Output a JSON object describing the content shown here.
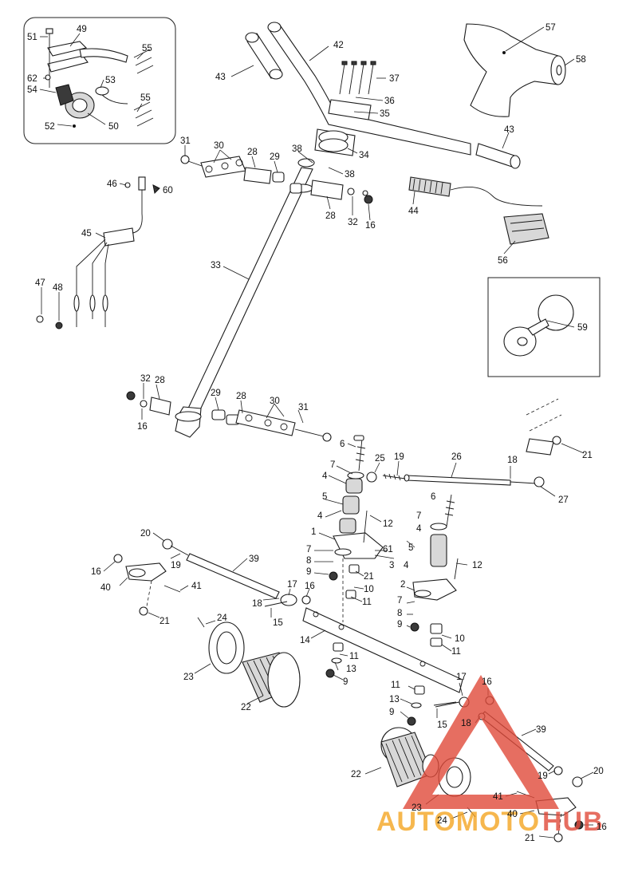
{
  "callouts": {
    "c1": "1",
    "c2": "2",
    "c3": "3",
    "c4": "4",
    "c5": "5",
    "c6": "6",
    "c7": "7",
    "c8": "8",
    "c9": "9",
    "c10": "10",
    "c11": "11",
    "c12": "12",
    "c13": "13",
    "c14": "14",
    "c15": "15",
    "c16": "16",
    "c17": "17",
    "c18": "18",
    "c19": "19",
    "c20": "20",
    "c21": "21",
    "c22": "22",
    "c23": "23",
    "c24": "24",
    "c25": "25",
    "c26": "26",
    "c27": "27",
    "c28": "28",
    "c29": "29",
    "c30": "30",
    "c31": "31",
    "c32": "32",
    "c33": "33",
    "c34": "34",
    "c35": "35",
    "c36": "36",
    "c37": "37",
    "c38": "38",
    "c39": "39",
    "c40": "40",
    "c41": "41",
    "c42": "42",
    "c43": "43",
    "c44": "44",
    "c45": "45",
    "c46": "46",
    "c47": "47",
    "c48": "48",
    "c49": "49",
    "c50": "50",
    "c51": "51",
    "c52": "52",
    "c53": "53",
    "c54": "54",
    "c55": "55",
    "c56": "56",
    "c57": "57",
    "c58": "58",
    "c59": "59",
    "c60": "60",
    "c61": "61",
    "c62": "62"
  },
  "watermark": {
    "text_part1": "AUTOMOTO",
    "text_part2": "HUB",
    "color_orange": "#f5a623",
    "color_red": "#e04a3a",
    "triangle_color": "#e04a3a"
  }
}
